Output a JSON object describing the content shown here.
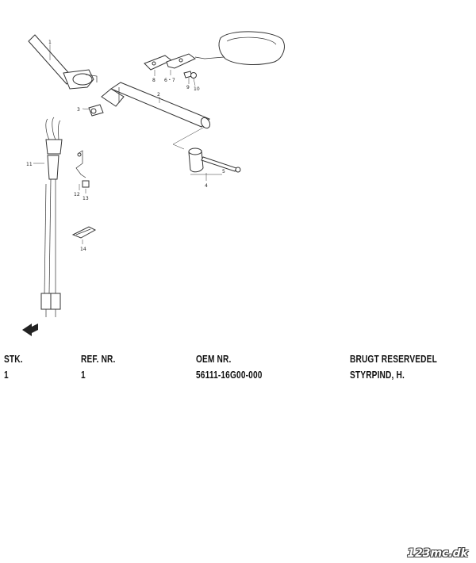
{
  "diagram": {
    "callouts": {
      "c1": "1",
      "c2": "2",
      "c3": "3",
      "c4": "4",
      "c5": "5",
      "c6_7": "6・7",
      "c8": "8",
      "c9": "9",
      "c10": "10",
      "c11": "11",
      "c12": "12",
      "c13": "13",
      "c14": "14"
    }
  },
  "table": {
    "headers": [
      "STK.",
      "REF. NR.",
      "OEM NR.",
      "BRUGT RESERVEDEL"
    ],
    "rows": [
      [
        "1",
        "1",
        "56111-16G00-000",
        "STYRPIND, H."
      ]
    ]
  },
  "brand": "123mc.dk"
}
